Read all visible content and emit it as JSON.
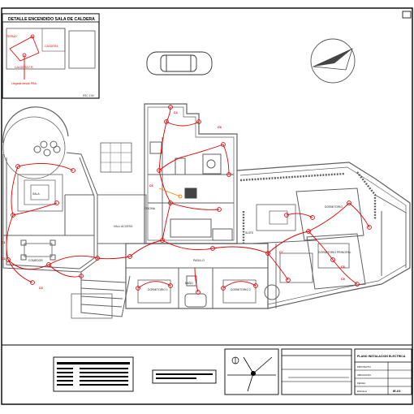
{
  "inset": {
    "title": "DETALLE ENCENDIDO SALA DE CALDERA",
    "labels": [
      "TERMO",
      "CALDERA",
      "CALDERA F.R.",
      "Llegada desde PBA"
    ],
    "scale": "ESC 1:50"
  },
  "rooms": {
    "kitchen": "COCINA",
    "living": "SALA",
    "dining": "COMEDOR",
    "hall": "HALL ACCESO",
    "pasillo": "PASILLO",
    "bed1": "DORMITORIO 1",
    "bed2": "DORMITORIO 2",
    "bed3": "DORMITORIO",
    "master": "DORMITORIO PRINCIPAL",
    "bath": "BAÑO",
    "suite": "SUITE"
  },
  "circuits": {
    "left": [
      "C1",
      "C2",
      "C3"
    ],
    "center": [
      "C4",
      "C5",
      "C6"
    ],
    "right": [
      "C7",
      "C8",
      "C9"
    ]
  },
  "title_block": {
    "main": "PLANO INSTALACION ELECTRICA",
    "rows": [
      "PROYECTO",
      "UBICACION",
      "FECHA",
      "ESCALA"
    ],
    "sheet": "IE-01"
  },
  "colors": {
    "linework": "#606060",
    "wiring": "#e00000",
    "accent": "#ff8000"
  }
}
